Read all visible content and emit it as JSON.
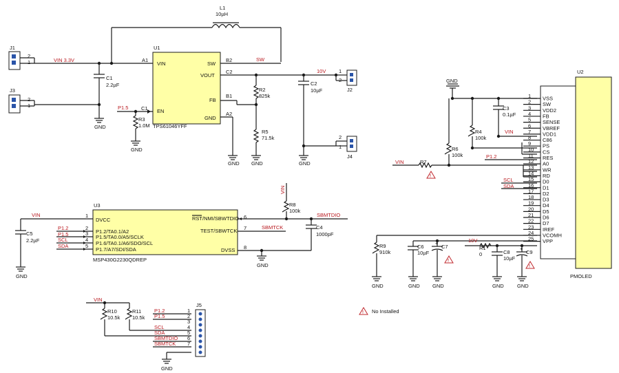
{
  "labels": {
    "l1_ref": "L1",
    "l1_val": "10µH",
    "u1_ref": "U1",
    "u1_part": "TPS61046YFF",
    "u1_vin": "VIN",
    "u1_en": "EN",
    "u1_sw": "SW",
    "u1_vout": "VOUT",
    "u1_fb": "FB",
    "u1_gnd": "GND",
    "u1_a1": "A1",
    "u1_b2": "B2",
    "u1_c2": "C2",
    "u1_b1": "B1",
    "u1_a2": "A2",
    "u1_c1": "C1",
    "vin_33": "VIN  3.3V",
    "sw_net": "SW",
    "v10_net": "10V",
    "p15_net": "P1.5",
    "c1_ref": "C1",
    "c1_val": "2.2µF",
    "r3_ref": "R3",
    "r3_val": "1.0M",
    "r2_ref": "R2",
    "r2_val": "825k",
    "r5_ref": "R5",
    "r5_val": "71.5k",
    "c2_ref": "C2",
    "c2_val": "10µF",
    "j1": "J1",
    "j2": "J2",
    "j3": "J3",
    "j4": "J4",
    "pin1": "1",
    "pin2": "2",
    "gnd": "GND",
    "u3_ref": "U3",
    "u3_part": "MSP430G2230QDREP",
    "u3_dvcc": "DVCC",
    "u3_p12": "P1.2/TA0.1/A2",
    "u3_p15": "P1.5/TA0.0/A5/SCLK",
    "u3_p16": "P1.6/TA0.1/A6/SDO/SCL",
    "u3_p17": "P1.7/A7/SDI/SDA",
    "u3_rst": "RST/NMI/SBWTDIO",
    "u3_test": "TEST/SBWTCK",
    "u3_dvss": "DVSS",
    "u3_n1": "1",
    "u3_n2": "2",
    "u3_n3": "3",
    "u3_n4": "4",
    "u3_n5": "5",
    "u3_n6": "6",
    "u3_n7": "7",
    "u3_n8": "8",
    "vin": "VIN",
    "c5_ref": "C5",
    "c5_val": "2.2µF",
    "r8_ref": "R8",
    "r8_val": "100k",
    "c4_ref": "C4",
    "c4_val": "1000pF",
    "sbwtdio": "SBMTDIO",
    "sbwtck": "SBMTCK",
    "p12": "P1.2",
    "p15": "P1.5",
    "scl": "SCL",
    "sda": "SDA",
    "r10_ref": "R10",
    "r10_val": "10.5k",
    "r11_ref": "R11",
    "r11_val": "10.5k",
    "j5": "J5",
    "u2_ref": "U2",
    "pmoled": "PMOLED",
    "u2_pins": [
      "VSS",
      "SW",
      "VDD2",
      "FB",
      "SENSE",
      "VBREF",
      "VDD1",
      "C86",
      "PS",
      "CS",
      "RES",
      "A0",
      "WR",
      "RD",
      "D0",
      "D1",
      "D2",
      "D3",
      "D4",
      "D5",
      "D6",
      "D7",
      "IREF",
      "VCOMH",
      "VPP"
    ],
    "u2_nums": [
      "1",
      "2",
      "3",
      "4",
      "5",
      "6",
      "7",
      "8",
      "9",
      "10",
      "11",
      "12",
      "13",
      "14",
      "15",
      "16",
      "17",
      "18",
      "19",
      "20",
      "21",
      "22",
      "23",
      "24",
      "25"
    ],
    "c3_ref": "C3",
    "c3_val": "0.1µF",
    "r4_ref": "R4",
    "r4_val": "100k",
    "r6_ref": "R6",
    "r6_val": "100k",
    "r7_ref": "R7",
    "r9_ref": "R9",
    "r9_val": "910k",
    "c6_ref": "C6",
    "c6_val": "10µF",
    "c7_ref": "C7",
    "r1_ref": "R1",
    "r1_val": "0",
    "c8_ref": "C8",
    "c8_val": "10µF",
    "c9_ref": "C9",
    "plus": "+",
    "excl": "!",
    "not_installed": "No Installed"
  }
}
